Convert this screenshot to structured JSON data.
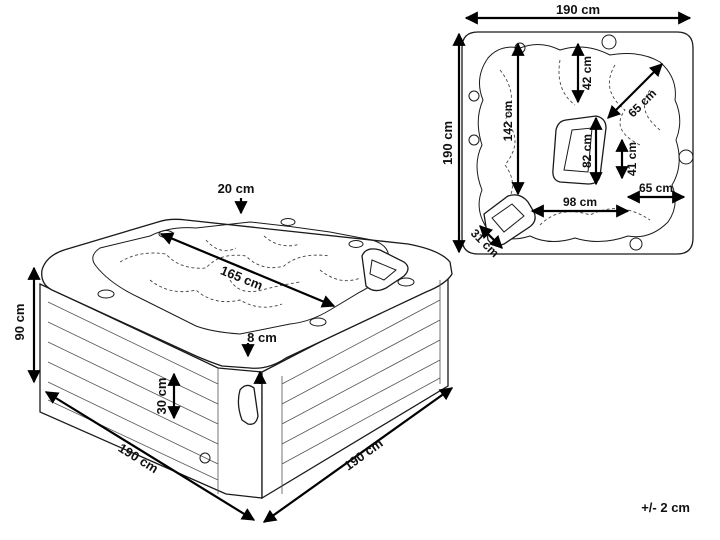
{
  "dimensions": {
    "top_width": "190 cm",
    "top_depth": "190 cm",
    "top_diag": "142 cm",
    "top_seat": "42 cm",
    "top_corner": "65 cm",
    "top_footwell": "82 cm",
    "top_step_h": "41 cm",
    "top_step_w": "65 cm",
    "top_bottom": "98 cm",
    "top_lounger": "31 cm",
    "iso_seat_depth": "20 cm",
    "iso_length": "165 cm",
    "iso_rim": "8 cm",
    "iso_height": "90 cm",
    "iso_inner": "30 cm",
    "iso_front": "190 cm",
    "iso_side": "190 cm"
  },
  "tolerance": "+/- 2 cm",
  "colors": {
    "line": "#1a1a1a",
    "arrow": "#000000",
    "background": "#ffffff"
  }
}
